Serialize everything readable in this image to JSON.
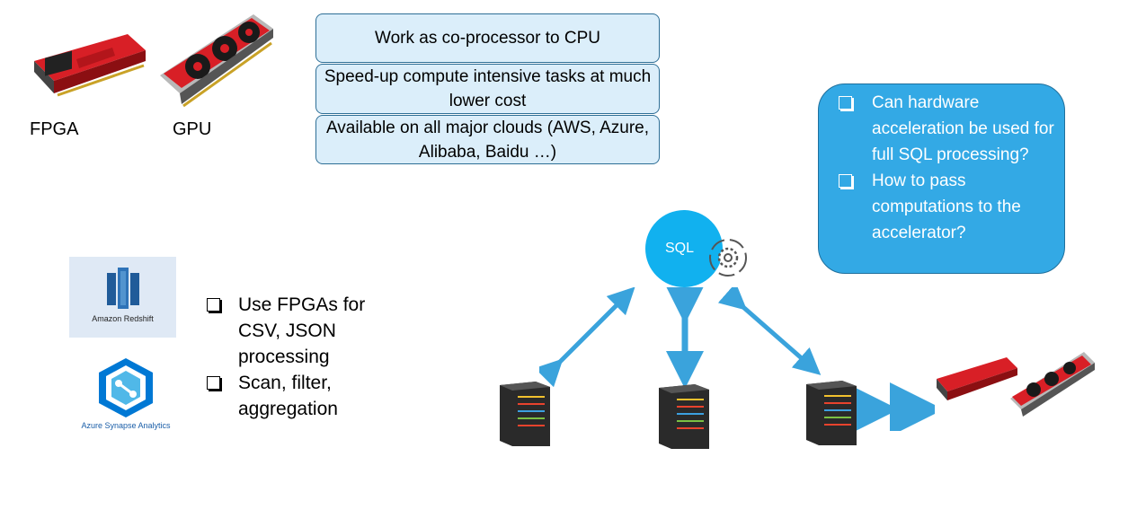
{
  "hardware": {
    "fpga_label": "FPGA",
    "gpu_label": "GPU"
  },
  "features": [
    "Work as co-processor to CPU",
    "Speed-up compute intensive tasks at much lower cost",
    "Available on all major clouds (AWS, Azure, Alibaba, Baidu …)"
  ],
  "questions": [
    "Can hardware acceleration be used for full SQL processing?",
    "How to pass computations to the accelerator?"
  ],
  "cloud_services": {
    "redshift_label": "Amazon Redshift",
    "synapse_label": "Azure Synapse Analytics"
  },
  "use_cases": [
    "Use FPGAs for CSV, JSON processing",
    "Scan, filter, aggregation"
  ],
  "sql_node": {
    "label": "SQL"
  },
  "colors": {
    "accent": "#33a9e5",
    "arrow": "#3aa3dc",
    "box_fill": "#dbeefa",
    "card_red": "#d81f26"
  }
}
